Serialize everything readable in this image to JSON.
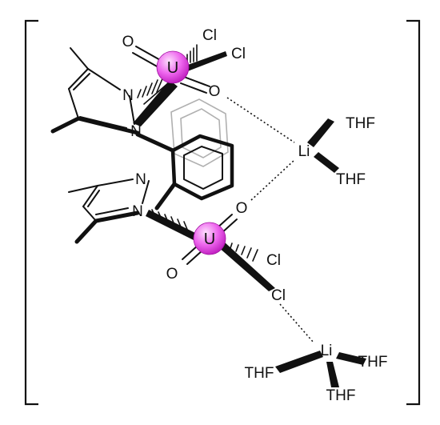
{
  "structure": {
    "uranium_label": "U",
    "uranium_color": "#ee33ee",
    "bracket_color": "#111111",
    "atoms": {
      "u1_cl_a": "Cl",
      "u1_cl_b": "Cl",
      "u1_o_axial": "O",
      "u1_o_bridge": "O",
      "n1": "N",
      "n2": "N",
      "n3": "N",
      "n4": "N",
      "u2_o_bridge": "O",
      "u2_o_axial": "O",
      "u2_cl_a": "Cl",
      "u2_cl_b": "Cl",
      "li1": "Li",
      "li1_thf_a": "THF",
      "li1_thf_b": "THF",
      "li2": "Li",
      "li2_thf_a": "THF",
      "li2_thf_b": "THF",
      "li2_thf_c": "THF"
    }
  }
}
